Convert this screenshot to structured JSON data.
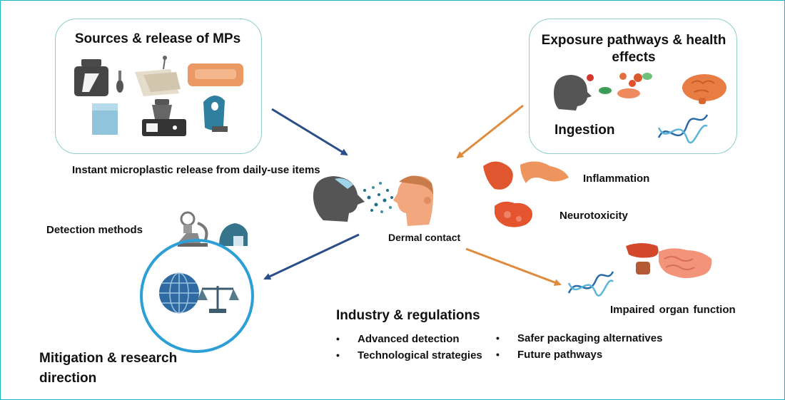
{
  "sources": {
    "title": "Sources & release of MPs",
    "caption": "Instant microplastic release from daily-use items"
  },
  "exposure": {
    "title": "Exposure pathways & health effects",
    "ingestion_label": "Ingestion"
  },
  "center": {
    "dermal_label": "Dermal contact"
  },
  "effects": {
    "inflammation": "Inflammation",
    "neurotoxicity": "Neurotoxicity",
    "impaired_organ": "Impaired organ function"
  },
  "detection": {
    "label": "Detection methods"
  },
  "mitigation": {
    "label": "Mitigation & research direction"
  },
  "industry": {
    "title": "Industry & regulations",
    "bullets_left": [
      "Advanced detection",
      "Technological strategies"
    ],
    "bullets_right": [
      "Safer packaging alternatives",
      "Future pathways"
    ]
  },
  "colors": {
    "border": "#1fb3c6",
    "box_border": "#8fcfc8",
    "arrow_blue": "#2a4e8a",
    "arrow_orange": "#e08a3c"
  }
}
